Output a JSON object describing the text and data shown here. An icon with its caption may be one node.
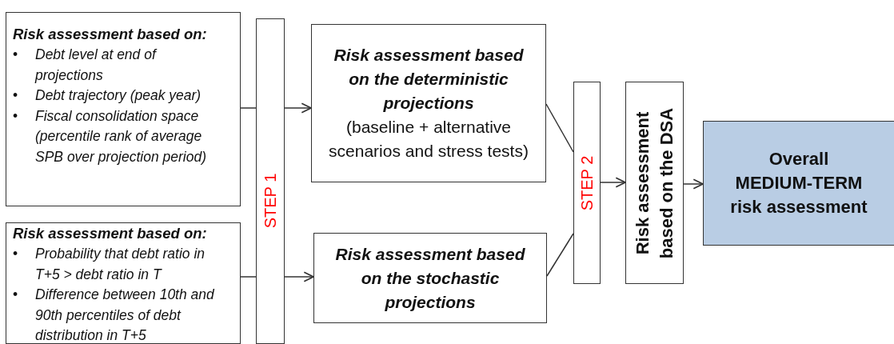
{
  "diagram": {
    "nodes": [
      {
        "text": [
          "Risk assessment based on:",
          "• Debt level at end of projections",
          "• Debt trajectory (peak year)",
          "• Fiscal consolidation space (percentile rank of average SPB over projection period)"
        ]
      },
      {
        "text": [
          "Risk assessment based on:",
          "• Probability that debt ratio in T+5 > debt ratio in T",
          "• Difference between 10th and 90th percentiles of debt distribution in T+5"
        ]
      },
      {
        "text": [
          "STEP 1"
        ]
      },
      {
        "text": [
          "Risk assessment based on the deterministic projections",
          "(baseline + alternative scenarios and stress tests)"
        ]
      },
      {
        "text": [
          "Risk assessment based on the stochastic projections"
        ]
      },
      {
        "text": [
          "STEP 2"
        ]
      },
      {
        "text": [
          "Risk assessment based on the DSA"
        ]
      },
      {
        "text": [
          "Overall MEDIUM-TERM risk assessment"
        ]
      }
    ],
    "edges": [
      {
        "from": 0,
        "to": 2,
        "arrow": "none"
      },
      {
        "from": 1,
        "to": 2,
        "arrow": "none"
      },
      {
        "from": 2,
        "to": 3,
        "arrow": "to"
      },
      {
        "from": 2,
        "to": 4,
        "arrow": "to"
      },
      {
        "from": 3,
        "to": 5,
        "arrow": "none"
      },
      {
        "from": 4,
        "to": 5,
        "arrow": "none"
      },
      {
        "from": 5,
        "to": 6,
        "arrow": "to"
      },
      {
        "from": 6,
        "to": 7,
        "arrow": "to"
      }
    ]
  }
}
